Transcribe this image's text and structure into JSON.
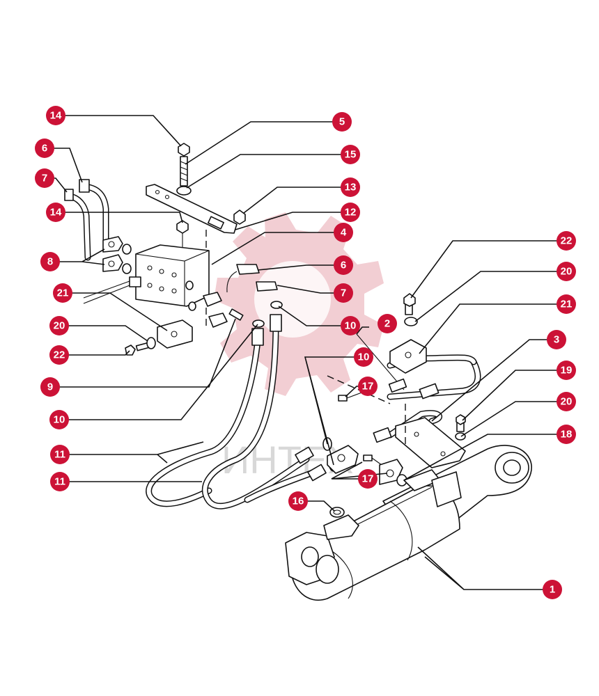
{
  "callouts": [
    {
      "id": "c14a",
      "label": "14"
    },
    {
      "id": "c5",
      "label": "5"
    },
    {
      "id": "c6a",
      "label": "6"
    },
    {
      "id": "c15",
      "label": "15"
    },
    {
      "id": "c7a",
      "label": "7"
    },
    {
      "id": "c13",
      "label": "13"
    },
    {
      "id": "c14b",
      "label": "14"
    },
    {
      "id": "c12",
      "label": "12"
    },
    {
      "id": "c4",
      "label": "4"
    },
    {
      "id": "c8",
      "label": "8"
    },
    {
      "id": "c6b",
      "label": "6"
    },
    {
      "id": "c21a",
      "label": "21"
    },
    {
      "id": "c7b",
      "label": "7"
    },
    {
      "id": "c22a",
      "label": "22"
    },
    {
      "id": "c20a",
      "label": "20"
    },
    {
      "id": "c10a",
      "label": "10"
    },
    {
      "id": "c21b",
      "label": "21"
    },
    {
      "id": "c2",
      "label": "2"
    },
    {
      "id": "c20b",
      "label": "20"
    },
    {
      "id": "c22b",
      "label": "22"
    },
    {
      "id": "c10b",
      "label": "10"
    },
    {
      "id": "c3",
      "label": "3"
    },
    {
      "id": "c9",
      "label": "9"
    },
    {
      "id": "c17a",
      "label": "17"
    },
    {
      "id": "c19",
      "label": "19"
    },
    {
      "id": "c20c",
      "label": "20"
    },
    {
      "id": "c10c",
      "label": "10"
    },
    {
      "id": "c18",
      "label": "18"
    },
    {
      "id": "c11a",
      "label": "11"
    },
    {
      "id": "c17b",
      "label": "17"
    },
    {
      "id": "c11b",
      "label": "11"
    },
    {
      "id": "c16",
      "label": "16"
    },
    {
      "id": "c1",
      "label": "1"
    }
  ],
  "watermark": {
    "text": "ИНТЕХ",
    "color": "#e8a6ae"
  },
  "colors": {
    "callout": "#cc1236",
    "line": "#111111"
  }
}
